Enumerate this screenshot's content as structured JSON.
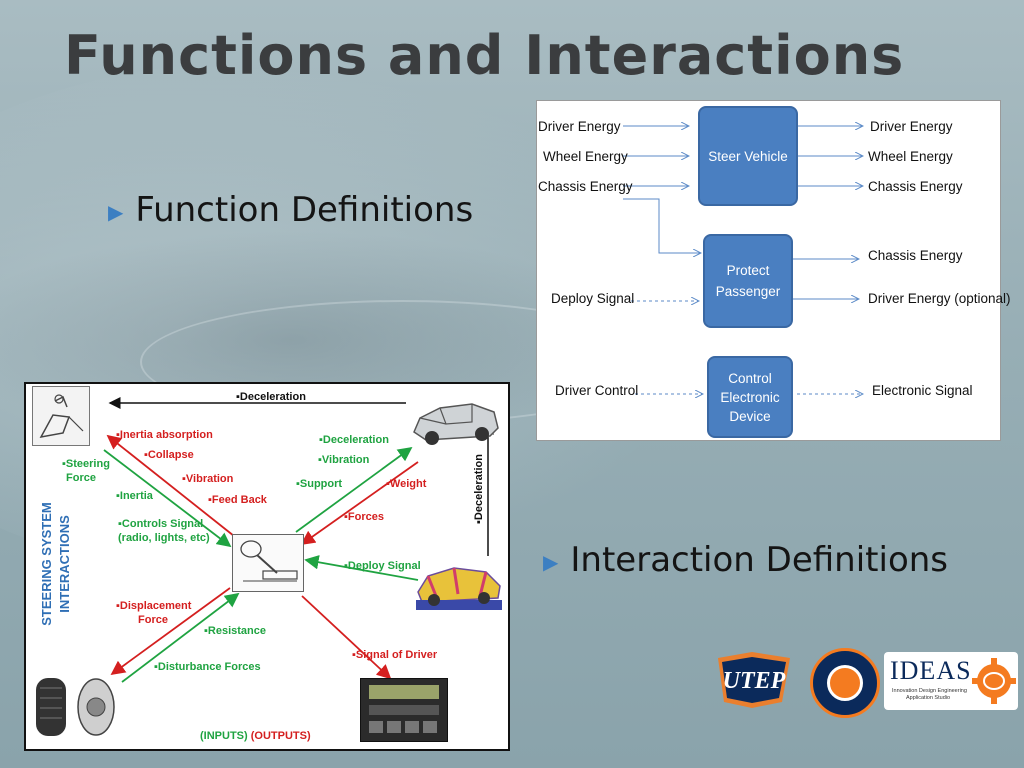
{
  "slide": {
    "title": "Functions and Interactions",
    "bullets": [
      "Function Definitions",
      "Interaction Definitions"
    ],
    "bullet_icon": "triangle-right-icon",
    "accent": "#3c7fc2"
  },
  "function_diagram": {
    "box_color": "#4a7fc1",
    "blocks": [
      {
        "label_lines": [
          "Steer Vehicle"
        ],
        "inputs": [
          "Driver Energy",
          "Wheel Energy",
          "Chassis Energy"
        ],
        "outputs": [
          "Driver Energy",
          "Wheel Energy",
          "Chassis Energy"
        ]
      },
      {
        "label_lines": [
          "Protect",
          "Passenger"
        ],
        "inputs": [
          "Deploy Signal"
        ],
        "outputs": [
          "Chassis Energy",
          "Driver Energy (optional)"
        ]
      },
      {
        "label_lines": [
          "Control",
          "Electronic",
          "Device"
        ],
        "inputs": [
          "Driver Control"
        ],
        "outputs": [
          "Electronic Signal"
        ]
      }
    ]
  },
  "interaction_diagram": {
    "side_title": [
      "STEERING SYSTEM",
      "INTERACTIONS"
    ],
    "top_arrow": "▪Deceleration",
    "right_arrow": "▪Deceleration",
    "labels": {
      "inertia_absorption": "▪Inertia absorption",
      "collapse": "▪Collapse",
      "steering_force": [
        "▪Steering",
        "Force"
      ],
      "vibration_out": "▪Vibration",
      "inertia": "▪Inertia",
      "feed_back": "▪Feed Back",
      "controls_signal": [
        "▪Controls Signal",
        "(radio, lights, etc)"
      ],
      "deceleration": "▪Deceleration",
      "vibration_in": "▪Vibration",
      "support": "▪Support",
      "weight": "▪Weight",
      "forces": "▪Forces",
      "deploy_signal": "▪Deploy Signal",
      "displacement_force": [
        "▪Displacement",
        "Force"
      ],
      "resistance": "▪Resistance",
      "disturbance_forces": "▪Disturbance Forces",
      "signal_of_driver": "▪Signal of Driver"
    },
    "legend_inputs": "(INPUTS)",
    "legend_outputs": "(OUTPUTS)",
    "colors": {
      "input": "#1fa341",
      "output": "#d41f1f",
      "side_title": "#2f6fb5"
    }
  },
  "logos": {
    "utep": "UTEP",
    "ideas": "IDEAS",
    "ideas_sub": [
      "Innovation Design Engineering",
      "Application Studio"
    ]
  }
}
